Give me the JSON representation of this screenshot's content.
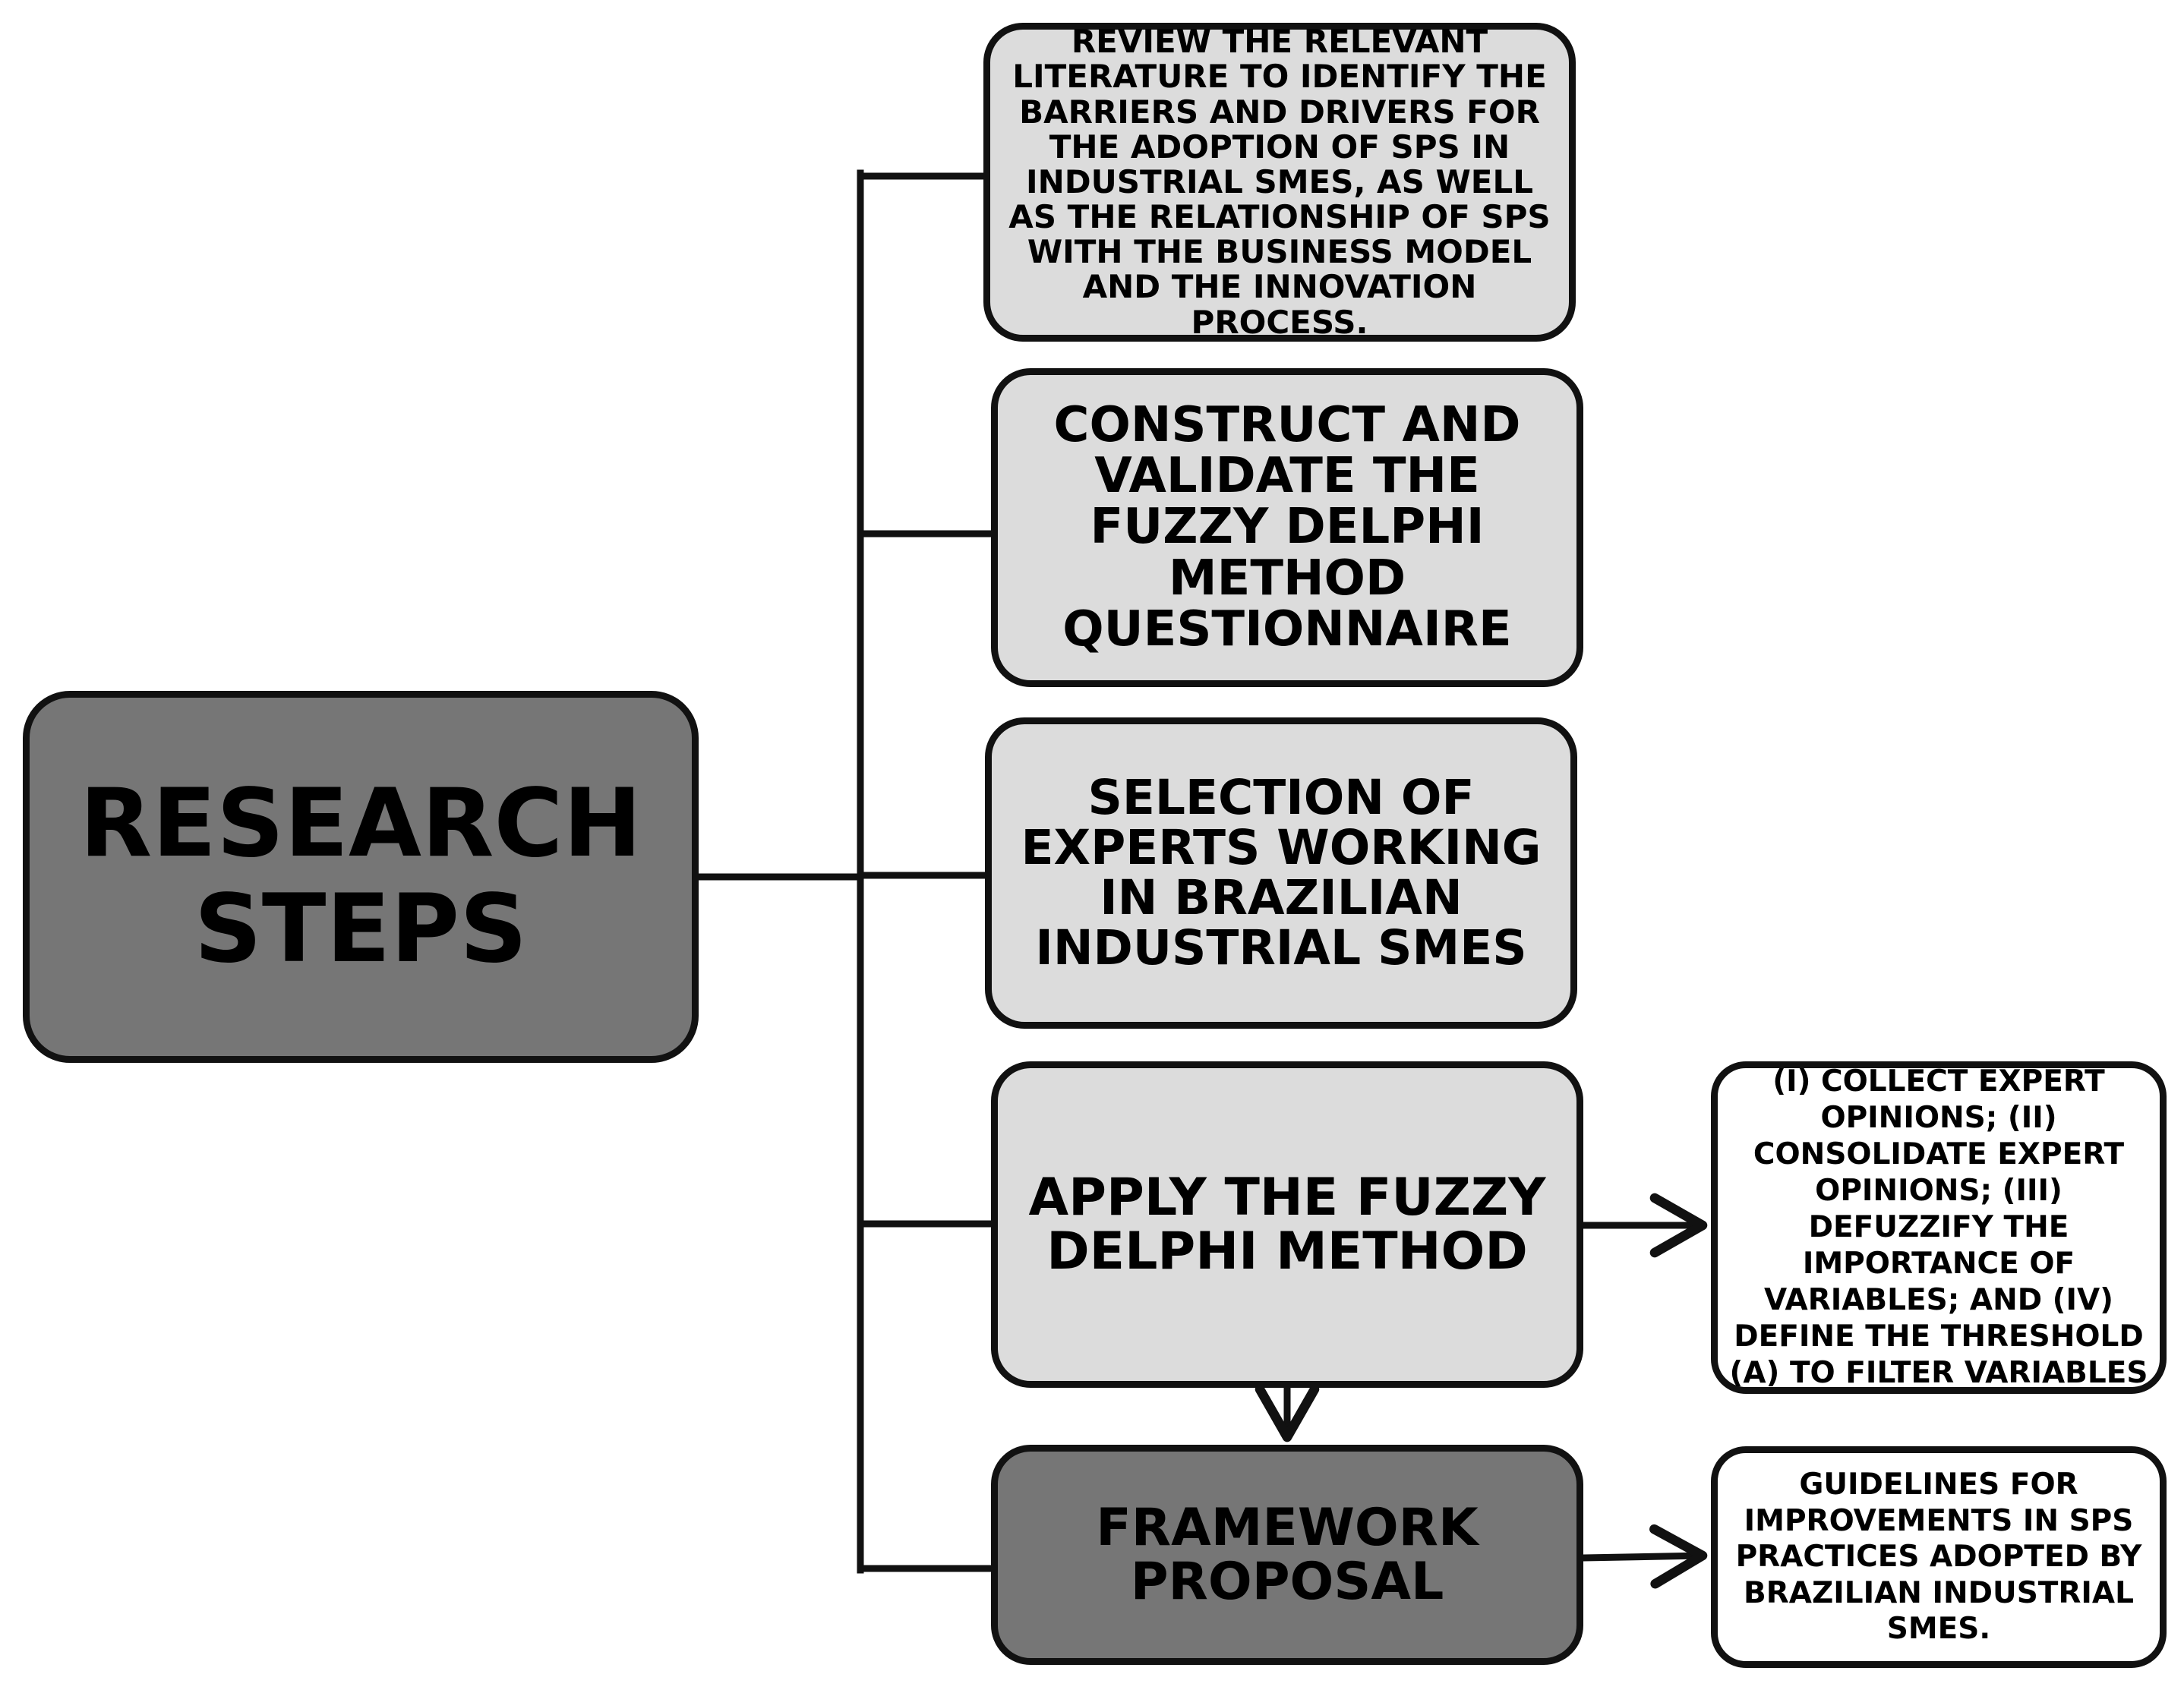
{
  "diagram": {
    "root": {
      "label": "RESEARCH STEPS"
    },
    "steps": [
      {
        "label": "REVIEW THE RELEVANT LITERATURE TO IDENTIFY THE BARRIERS AND DRIVERS FOR THE ADOPTION OF SPS IN INDUSTRIAL SMES, AS WELL AS THE RELATIONSHIP OF SPS WITH THE BUSINESS MODEL AND THE INNOVATION PROCESS."
      },
      {
        "label": "CONSTRUCT AND VALIDATE THE FUZZY DELPHI METHOD QUESTIONNAIRE"
      },
      {
        "label": "SELECTION OF EXPERTS WORKING IN BRAZILIAN INDUSTRIAL SMES"
      },
      {
        "label": "APPLY THE FUZZY DELPHI METHOD",
        "detail": "(I) COLLECT EXPERT OPINIONS; (II) CONSOLIDATE EXPERT OPINIONS; (III) DEFUZZIFY THE IMPORTANCE OF VARIABLES; AND (IV) DEFINE THE THRESHOLD (A) TO FILTER VARIABLES"
      },
      {
        "label": "FRAMEWORK PROPOSAL",
        "detail": "GUIDELINES FOR IMPROVEMENTS IN SPS PRACTICES ADOPTED BY BRAZILIAN INDUSTRIAL SMES."
      }
    ]
  },
  "colors": {
    "dark_fill": "#767676",
    "light_fill": "#dcdcdc",
    "note_fill": "#ffffff",
    "stroke": "#111111"
  }
}
